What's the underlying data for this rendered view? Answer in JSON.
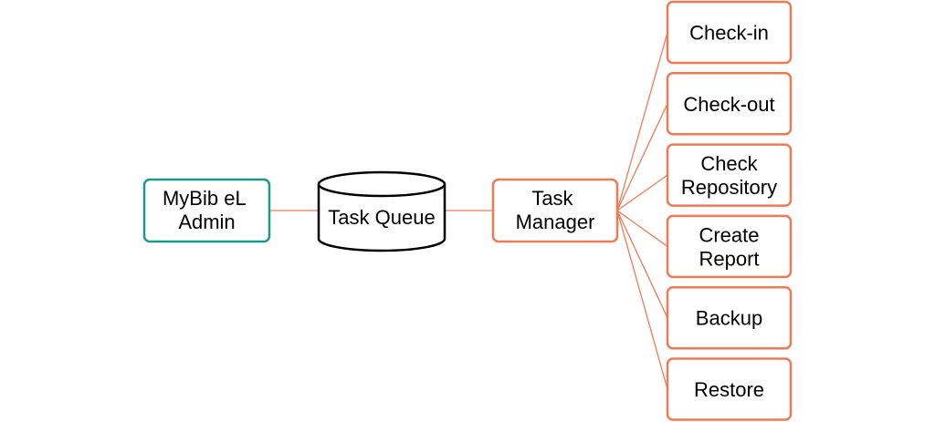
{
  "colors": {
    "admin_border": "#1a9a8c",
    "box_border": "#ee7b55",
    "connector": "#ee7b55",
    "database_border": "#000000",
    "text": "#000000"
  },
  "admin": {
    "lines": [
      "MyBib eL",
      "Admin"
    ]
  },
  "queue": {
    "label": "Task Queue"
  },
  "manager": {
    "lines": [
      "Task",
      "Manager"
    ]
  },
  "tasks": [
    {
      "lines": [
        "Check-in"
      ]
    },
    {
      "lines": [
        "Check-out"
      ]
    },
    {
      "lines": [
        "Check",
        "Repository"
      ]
    },
    {
      "lines": [
        "Create",
        "Report"
      ]
    },
    {
      "lines": [
        "Backup"
      ]
    },
    {
      "lines": [
        "Restore"
      ]
    }
  ]
}
